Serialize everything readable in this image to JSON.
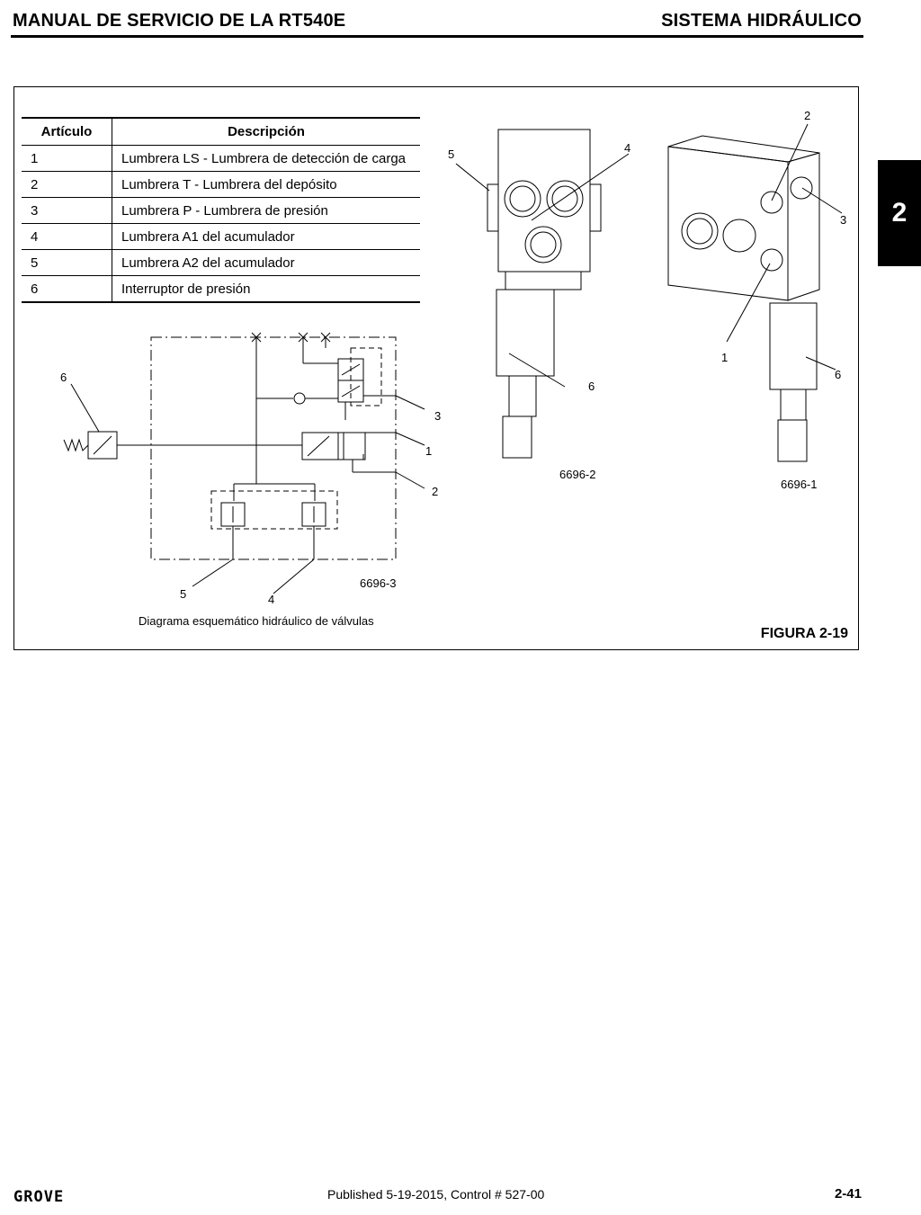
{
  "header": {
    "left_title": "MANUAL DE SERVICIO DE LA RT540E",
    "right_title": "SISTEMA HIDRÁULICO"
  },
  "side_tab": {
    "number": "2"
  },
  "parts_table": {
    "col_item": "Artículo",
    "col_desc": "Descripción",
    "rows": [
      {
        "item": "1",
        "desc": "Lumbrera LS - Lumbrera de detección de carga"
      },
      {
        "item": "2",
        "desc": "Lumbrera T - Lumbrera del depósito"
      },
      {
        "item": "3",
        "desc": "Lumbrera P - Lumbrera de presión"
      },
      {
        "item": "4",
        "desc": "Lumbrera A1 del acumulador"
      },
      {
        "item": "5",
        "desc": "Lumbrera A2 del acumulador"
      },
      {
        "item": "6",
        "desc": "Interruptor de presión"
      }
    ]
  },
  "schematic": {
    "callouts": [
      "6",
      "3",
      "1",
      "2",
      "5",
      "4"
    ],
    "ref": "6696-3",
    "caption": "Diagrama esquemático hidráulico de válvulas"
  },
  "view_a": {
    "callouts": [
      "5",
      "4",
      "6"
    ],
    "ref": "6696-2"
  },
  "view_b": {
    "callouts": [
      "2",
      "3",
      "1",
      "6"
    ],
    "ref": "6696-1"
  },
  "figure_label": "FIGURA 2-19",
  "footer": {
    "brand": "GROVE",
    "published": "Published 5-19-2015, Control # 527-00",
    "page": "2-41"
  }
}
